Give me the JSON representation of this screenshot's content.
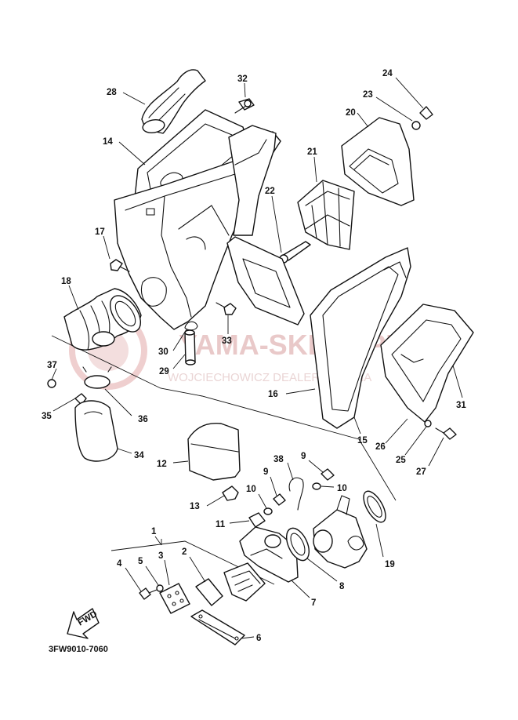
{
  "diagram": {
    "drawing_code": "3FW9010-7060",
    "callouts": [
      "1",
      "2",
      "3",
      "4",
      "5",
      "6",
      "7",
      "8",
      "9",
      "9",
      "10",
      "10",
      "11",
      "12",
      "13",
      "14",
      "15",
      "16",
      "17",
      "18",
      "19",
      "20",
      "21",
      "22",
      "23",
      "24",
      "25",
      "26",
      "27",
      "28",
      "29",
      "30",
      "31",
      "32",
      "33",
      "34",
      "35",
      "36",
      "37",
      "38"
    ],
    "fwd_arrow_label": "FWD",
    "watermark": {
      "title": "YAMA-SKLEP.PL",
      "subtitle": "WOJCIECHOWICZ DEALER YAMAHA"
    }
  },
  "colors": {
    "line": "#111111",
    "watermark": "#e9c9c9",
    "background": "#ffffff"
  }
}
